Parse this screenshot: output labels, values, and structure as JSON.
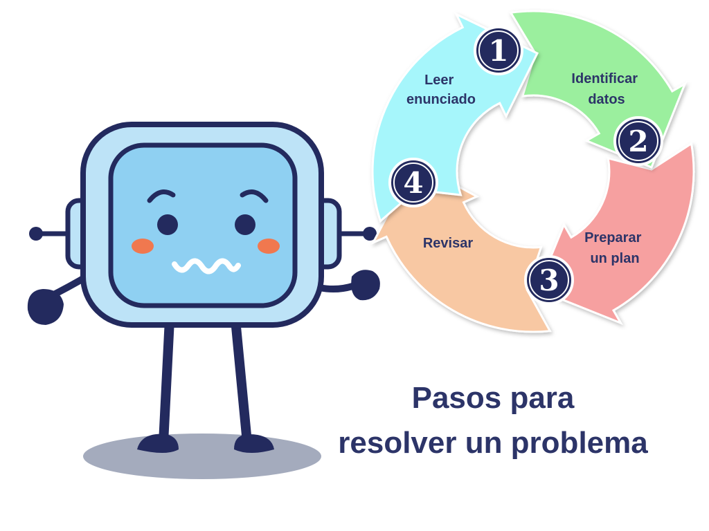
{
  "title": {
    "line1": "Pasos para",
    "line2": "resolver un problema"
  },
  "steps": [
    {
      "number": "1",
      "label_line1": "Leer",
      "label_line2": "enunciado",
      "color": "#a6f6fb"
    },
    {
      "number": "2",
      "label_line1": "Identificar",
      "label_line2": "datos",
      "color": "#9bef9e"
    },
    {
      "number": "3",
      "label_line1": "Preparar",
      "label_line2": "un plan",
      "color": "#f6a0a0"
    },
    {
      "number": "4",
      "label_line1": "Revisar",
      "label_line2": "",
      "color": "#f8c8a3"
    }
  ],
  "colors": {
    "text": "#2c3468",
    "badge": "#232a5e",
    "robot_outline": "#232a5e",
    "robot_face": "#8fd0f2",
    "robot_frame": "#bde3f7",
    "cheeks": "#f0784f",
    "shadow": "#a4abbd"
  },
  "mascot": {
    "icon": "robot-mascot-icon"
  }
}
